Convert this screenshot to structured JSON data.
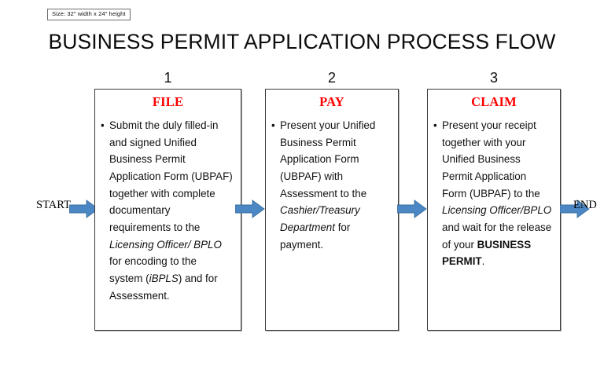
{
  "size_note": "Size: 32\" width x 24\" height",
  "title": "BUSINESS PERMIT APPLICATION PROCESS FLOW",
  "colors": {
    "heading_red": "#ff0000",
    "arrow_blue": "#4a87c4",
    "arrow_blue_border": "#3a6f9f",
    "box_border": "#3a3a3a",
    "background": "#ffffff"
  },
  "terminals": {
    "start": "START",
    "end": "END"
  },
  "steps": [
    {
      "number": "1",
      "heading": "FILE",
      "body_html": "Submit the duly filled-in and signed Unified Business Permit Application Form (UBPAF) together with complete documentary requirements to the <em>Licensing Officer/ BPLO</em> for encoding to the system (<em>iBPLS</em>) and for Assessment.",
      "body_text": "Submit the duly filled-in and signed Unified Business Permit Application Form (UBPAF) together with complete documentary requirements to the Licensing Officer/ BPLO for encoding to the system (iBPLS) and for Assessment."
    },
    {
      "number": "2",
      "heading": "PAY",
      "body_html": "Present your Unified Business Permit Application Form (UBPAF) with Assessment to the <em>Cashier/Treasury Department</em> for payment.",
      "body_text": "Present your Unified Business Permit Application Form (UBPAF) with Assessment to the Cashier/Treasury Department for payment."
    },
    {
      "number": "3",
      "heading": "CLAIM",
      "body_html": "Present your receipt together with your Unified Business Permit Application Form (UBPAF) to the <em>Licensing Officer/BPLO</em> and wait for the release of your <strong>BUSINESS PERMIT</strong>.",
      "body_text": "Present your receipt together with your Unified Business Permit Application Form (UBPAF) to the Licensing Officer/BPLO and wait for the release of your BUSINESS PERMIT."
    }
  ],
  "arrows": [
    {
      "name": "arrow-start-to-file"
    },
    {
      "name": "arrow-file-to-pay"
    },
    {
      "name": "arrow-pay-to-claim"
    },
    {
      "name": "arrow-claim-to-end"
    }
  ]
}
